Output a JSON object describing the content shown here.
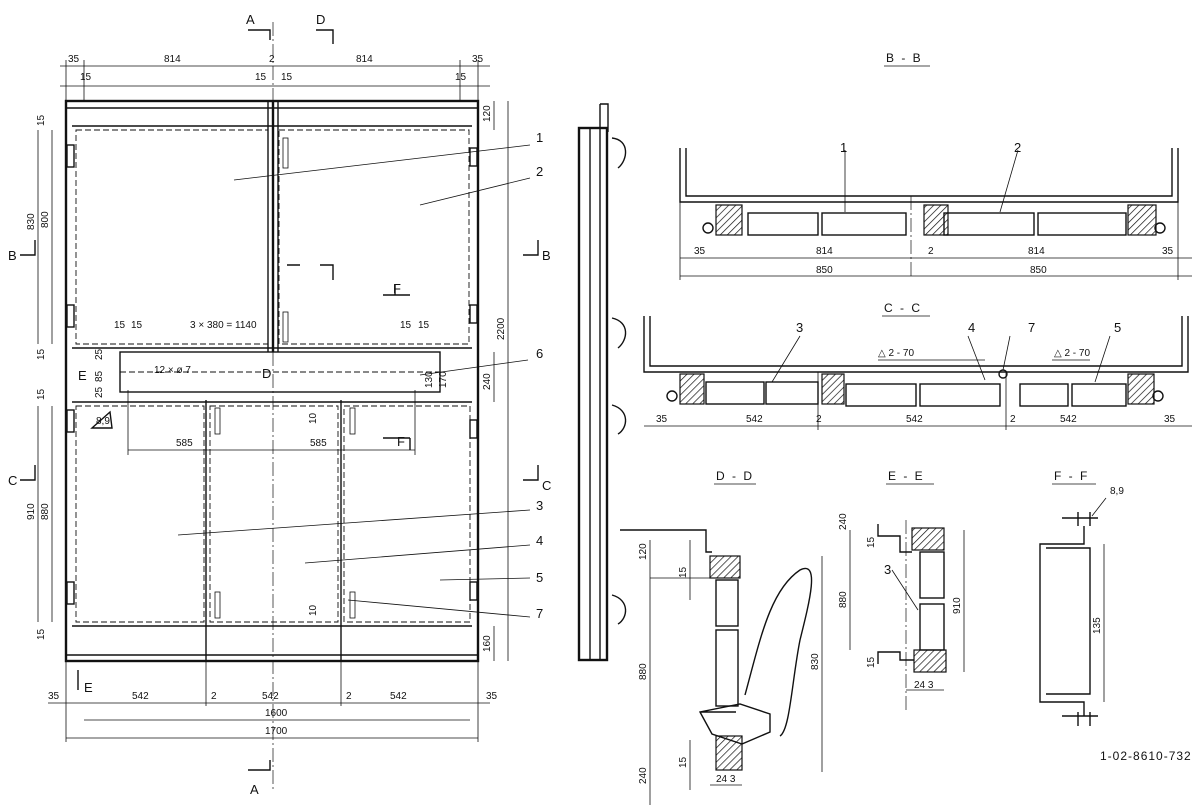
{
  "drawing_number": "1-02-8610-732",
  "section_titles": {
    "bb": "B - B",
    "cc": "C - C",
    "dd": "D - D",
    "ee": "E - E",
    "ff": "F - F"
  },
  "section_markers": {
    "a": "A",
    "b": "B",
    "c": "C",
    "d": "D",
    "e": "E",
    "f": "F"
  },
  "part_numbers": [
    "1",
    "2",
    "3",
    "4",
    "5",
    "6",
    "7"
  ],
  "front_view": {
    "top_dims": [
      "35",
      "814",
      "2",
      "814",
      "35"
    ],
    "top_small": [
      "15",
      "15",
      "15",
      "15"
    ],
    "left_dims": [
      "15",
      "830",
      "800",
      "15",
      "15",
      "910",
      "880",
      "15"
    ],
    "right_dims": [
      "120",
      "2200",
      "240",
      "160"
    ],
    "mid_dims": [
      "15",
      "15",
      "3 × 380 = 1140",
      "15",
      "15"
    ],
    "mid_small": [
      "25",
      "85",
      "25",
      "12 × ø 7",
      "130",
      "170",
      "10",
      "10"
    ],
    "weld": "8,9",
    "inner_dims": [
      "585",
      "585"
    ],
    "bottom_dims": [
      "35",
      "542",
      "2",
      "542",
      "2",
      "542",
      "35"
    ],
    "overall_dims": [
      "1600",
      "1700"
    ]
  },
  "bb": {
    "dims": [
      "35",
      "814",
      "2",
      "814",
      "35",
      "850",
      "850"
    ]
  },
  "cc": {
    "dims": [
      "35",
      "542",
      "2",
      "542",
      "2",
      "542",
      "35"
    ],
    "notes": [
      "△ 2 - 70",
      "△ 2 - 70"
    ]
  },
  "dd": {
    "dims": [
      "120",
      "15",
      "880",
      "830",
      "15",
      "240",
      "24 3"
    ]
  },
  "ee": {
    "dims": [
      "240",
      "15",
      "880",
      "910",
      "15",
      "24 3"
    ]
  },
  "ff": {
    "dims": [
      "8,9",
      "135"
    ]
  }
}
